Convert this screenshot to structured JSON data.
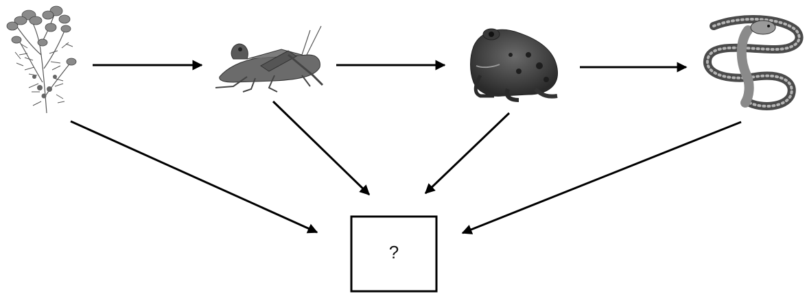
{
  "diagram": {
    "type": "food-web",
    "nodes": [
      {
        "id": "plant",
        "icon": "plant-icon"
      },
      {
        "id": "grasshopper",
        "icon": "grasshopper-icon"
      },
      {
        "id": "frog",
        "icon": "frog-icon"
      },
      {
        "id": "snake",
        "icon": "snake-icon"
      },
      {
        "id": "unknown",
        "label": "?"
      }
    ],
    "edges": [
      [
        "plant",
        "grasshopper"
      ],
      [
        "grasshopper",
        "frog"
      ],
      [
        "frog",
        "snake"
      ],
      [
        "plant",
        "unknown"
      ],
      [
        "grasshopper",
        "unknown"
      ],
      [
        "frog",
        "unknown"
      ],
      [
        "snake",
        "unknown"
      ]
    ],
    "colors": {
      "arrow": "#000000",
      "box": "#000000",
      "background": "#ffffff"
    }
  }
}
